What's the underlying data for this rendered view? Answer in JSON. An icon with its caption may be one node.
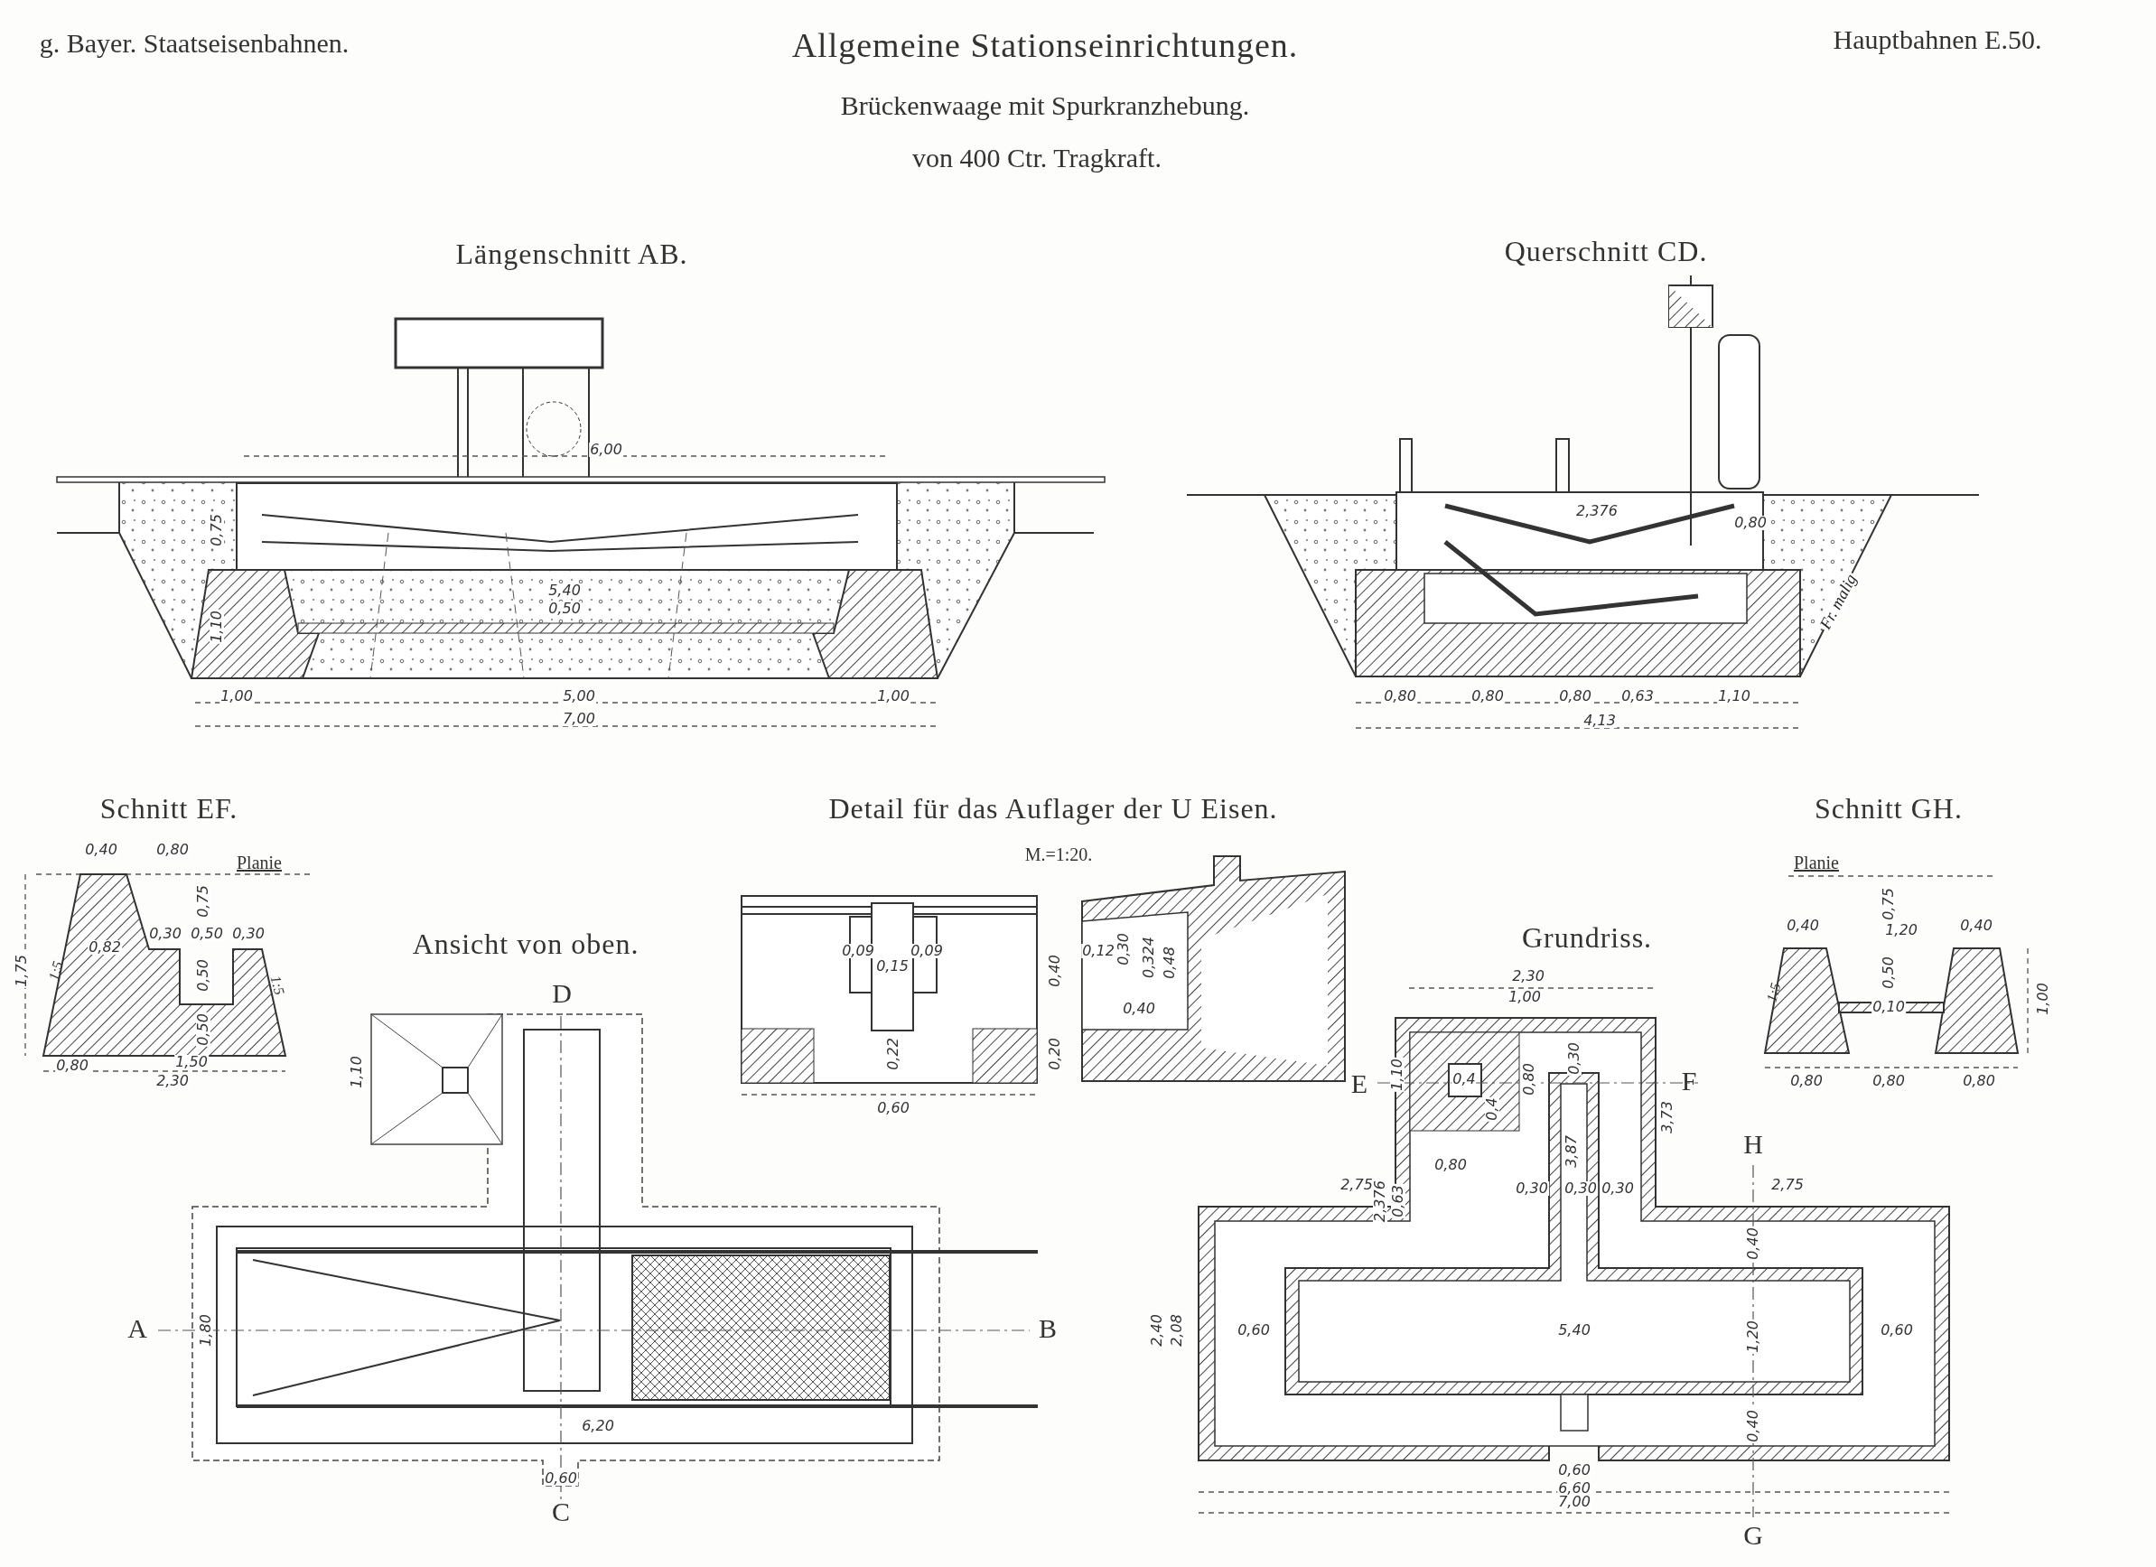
{
  "diagram": {
    "title": "Allgemeine Stationseinrichtungen.",
    "labels": [
      "g. Bayer. Staatseisenbahnen.",
      "Brückenwaage mit Spurkranzhebung.",
      "von 400 Ctr. Tragkraft.",
      "Hauptbahnen E.50.",
      "Längenschnitt AB.",
      "6,00",
      "0,75",
      "5,40",
      "0,50",
      "1,10",
      "1,00",
      "5,00",
      "1,00",
      "7,00",
      "Querschnitt CD.",
      "2,376",
      "0,80",
      "Fr. malig",
      "0,80",
      "0,80",
      "0,80",
      "0,63",
      "1,10",
      "4,13",
      "Schnitt EF.",
      "0,40",
      "0,80",
      "Planie",
      "1,75",
      "1:5",
      "0,82",
      "0,30",
      "0,50",
      "0,30",
      "0,75",
      "0,50",
      "0,50",
      "1:5",
      "0,80",
      "1,50",
      "2,30",
      "Ansicht von oben.",
      "D",
      "1,10",
      "Detail für das Auflager der U Eisen.",
      "M.=1:20.",
      "0,09",
      "0,15",
      "0,09",
      "0,40",
      "0,12",
      "0,30",
      "0,324",
      "0,48",
      "0,40",
      "0,22",
      "0,20",
      "0,60",
      "Grundriss.",
      "Schnitt GH.",
      "Planie",
      "0,75",
      "0,40",
      "1,20",
      "0,40",
      "0,50",
      "0,10",
      "1:5",
      "1,00",
      "0,80",
      "0,80",
      "0,80",
      "2,30",
      "1,00",
      "E",
      "1,10",
      "0,4",
      "0,4",
      "0,80",
      "0,30",
      "F",
      "3,73",
      "H",
      "3,87",
      "0,80",
      "2,75",
      "2,376",
      "0,63",
      "0,30",
      "0,30",
      "0,30",
      "2,75",
      "0,40",
      "1,80",
      "A",
      "B",
      "2,40",
      "2,08",
      "0,60",
      "5,40",
      "1,20",
      "0,60",
      "6,20",
      "0,40",
      "0,60",
      "6,60",
      "0,60",
      "7,00",
      "C",
      "G"
    ]
  }
}
